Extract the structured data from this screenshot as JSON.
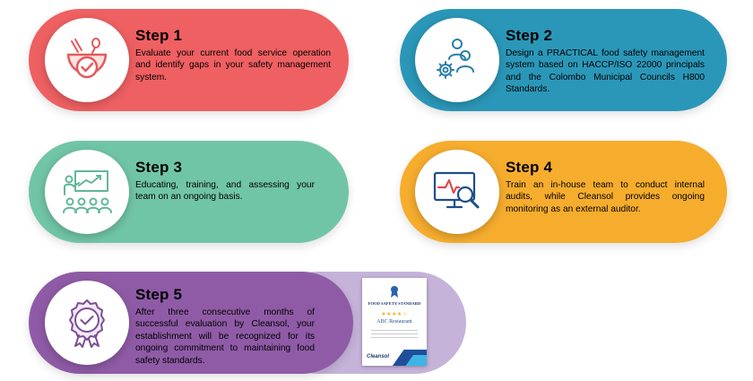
{
  "colors": {
    "step1": "#ef6062",
    "step2": "#2b97b8",
    "step3": "#71c5a7",
    "step4": "#f6ad2e",
    "step5": "#8f5ba6",
    "step5_tab": "#c5b3d9"
  },
  "steps": [
    {
      "title": "Step 1",
      "description": "Evaluate your current food service operation and identify gaps in your safety management system.",
      "icon": "food-bowl-check-icon"
    },
    {
      "title": "Step 2",
      "description": "Design a PRACTICAL food safety management system based on HACCP/ISO 22000 principals and the Colombo Municipal Councils H800 Standards.",
      "icon": "team-gear-icon"
    },
    {
      "title": "Step 3",
      "description": "Educating, training, and assessing your team on an ongoing basis.",
      "icon": "presentation-training-icon"
    },
    {
      "title": "Step 4",
      "description": "Train an in-house team to conduct internal audits, while Cleansol provides ongoing monitoring as an external auditor.",
      "icon": "monitor-search-icon"
    },
    {
      "title": "Step 5",
      "description": "After three consecutive months of successful evaluation by Cleansol, your establishment will be recognized for its ongoing commitment to maintaining food safety standards.",
      "icon": "award-badge-icon"
    }
  ],
  "certificate": {
    "title": "FOOD SAFETY STANDARD",
    "stars": "★★★★☆",
    "name": "ABC Restaurant",
    "brand": "Cleansol"
  }
}
